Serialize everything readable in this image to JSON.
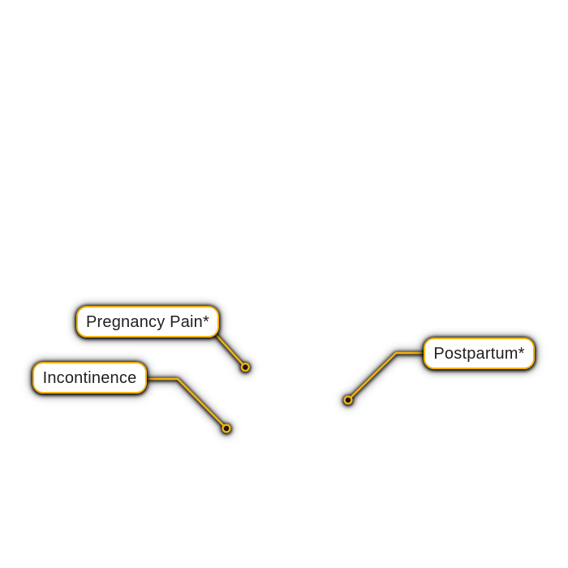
{
  "colors": {
    "accent": "#F4B30B",
    "label_bg": "#FFFFFF",
    "label_text": "#212121",
    "shadow": "#000000",
    "background": "#FFFFFF"
  },
  "callouts": [
    {
      "label": "Pregnancy Pain*"
    },
    {
      "label": "Incontinence"
    },
    {
      "label": "Postpartum*"
    }
  ]
}
